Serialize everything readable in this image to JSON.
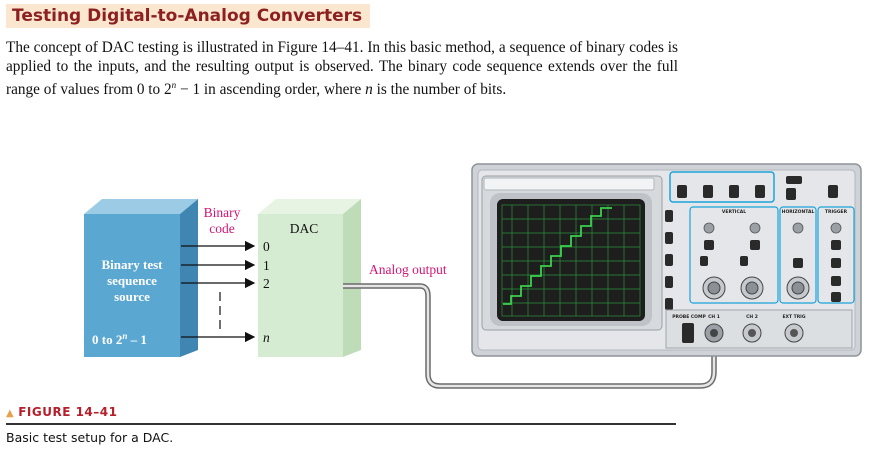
{
  "heading": "Testing Digital-to-Analog Converters",
  "paragraph": {
    "part1": "The concept of DAC testing is illustrated in Figure 14–41. In this basic method, a sequence of binary codes is applied to the inputs, and the resulting output is observed. The binary code sequence extends over the full range of values from 0 to 2",
    "sup": "n",
    "part2": " − 1 in ascending order, where ",
    "var": "n",
    "part3": " is the number of bits."
  },
  "diagram": {
    "source_block": [
      "Binary test",
      "sequence",
      "source"
    ],
    "source_range": "0 to 2",
    "source_range_sup": "n",
    "source_range_tail": " – 1",
    "binary_code_label": [
      "Binary",
      "code"
    ],
    "dac_label": "DAC",
    "inputs": [
      "0",
      "1",
      "2",
      "n"
    ],
    "analog_output_label": "Analog output",
    "colors": {
      "source_blue": "#5aa7d1",
      "dac_green": "#d6ecd2",
      "magenta": "#d31575",
      "screen": "#27b53a"
    }
  },
  "scope_labels": {
    "vertical": "VERTICAL",
    "horizontal": "HORIZONTAL",
    "trigger": "TRIGGER",
    "ch1": "CH 1",
    "ch2": "CH 2",
    "ext_trig": "EXT TRIG",
    "probe_comp": "PROBE COMP"
  },
  "figure": {
    "label": "FIGURE 14–41",
    "caption": "Basic test setup for a DAC."
  }
}
